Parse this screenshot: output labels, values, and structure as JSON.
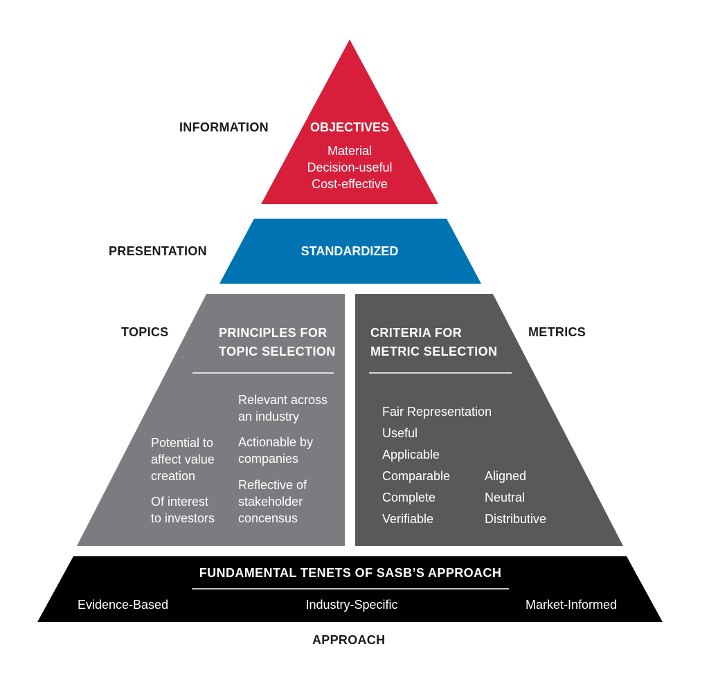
{
  "colors": {
    "objectives": "#d71f3b",
    "standardized": "#0074b3",
    "topics": "#7b7c7f",
    "metrics": "#59595c",
    "approach": "#000000",
    "divider": "#ffffff",
    "side_label": "#1a1a1a"
  },
  "side_labels": {
    "information": "INFORMATION",
    "presentation": "PRESENTATION",
    "topics": "TOPICS",
    "metrics": "METRICS",
    "approach": "APPROACH"
  },
  "objectives": {
    "title": "OBJECTIVES",
    "items": [
      "Material",
      "Decision-useful",
      "Cost-effective"
    ]
  },
  "standardized": {
    "title": "STANDARDIZED"
  },
  "topic_principles": {
    "title_line1": "PRINCIPLES FOR",
    "title_line2": "TOPIC SELECTION",
    "left_items": [
      [
        "Potential to",
        "affect value",
        "creation"
      ],
      [
        "Of interest",
        "to investors"
      ]
    ],
    "right_items": [
      [
        "Relevant across",
        "an industry"
      ],
      [
        "Actionable by",
        "companies"
      ],
      [
        "Reflective of",
        "stakeholder",
        "concensus"
      ]
    ]
  },
  "metric_criteria": {
    "title_line1": "CRITERIA FOR",
    "title_line2": "METRIC SELECTION",
    "left_items": [
      "Fair Representation",
      "Useful",
      "Applicable",
      "Comparable",
      "Complete",
      "Verifiable"
    ],
    "right_items": [
      "Aligned",
      "Neutral",
      "Distributive"
    ]
  },
  "tenets": {
    "title": "FUNDAMENTAL TENETS OF SASB’S APPROACH",
    "items": [
      "Evidence-Based",
      "Industry-Specific",
      "Market-Informed"
    ]
  }
}
